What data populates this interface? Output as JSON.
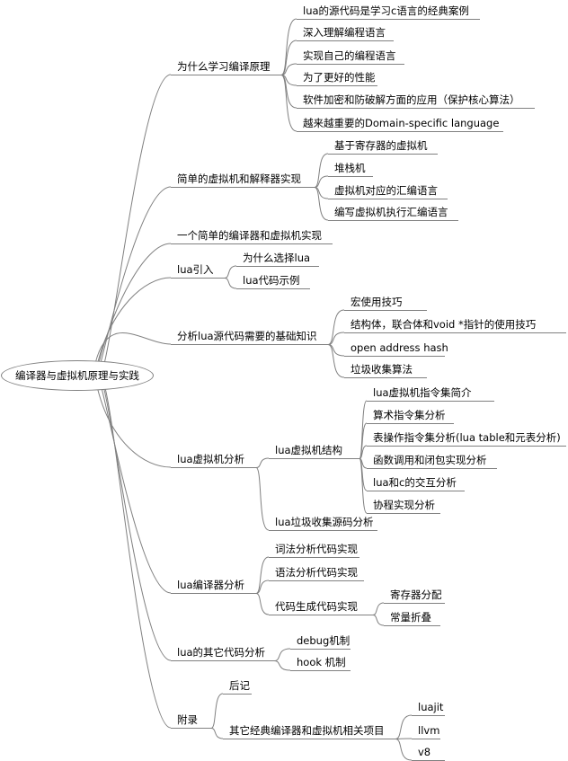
{
  "root": {
    "label": "编译器与虚拟机原理与实践",
    "children": [
      {
        "label": "为什么学习编译原理",
        "children": [
          {
            "label": "lua的源代码是学习c语言的经典案例"
          },
          {
            "label": "深入理解编程语言"
          },
          {
            "label": "实现自己的编程语言"
          },
          {
            "label": "为了更好的性能"
          },
          {
            "label": "软件加密和防破解方面的应用（保护核心算法）"
          },
          {
            "label": "越来越重要的Domain-specific language"
          }
        ]
      },
      {
        "label": "简单的虚拟机和解释器实现",
        "children": [
          {
            "label": "基于寄存器的虚拟机"
          },
          {
            "label": "堆栈机"
          },
          {
            "label": "虚拟机对应的汇编语言"
          },
          {
            "label": "编写虚拟机执行汇编语言"
          }
        ]
      },
      {
        "label": "一个简单的编译器和虚拟机实现"
      },
      {
        "label": "lua引入",
        "children": [
          {
            "label": "为什么选择lua"
          },
          {
            "label": "lua代码示例"
          }
        ]
      },
      {
        "label": "分析lua源代码需要的基础知识",
        "children": [
          {
            "label": "宏使用技巧"
          },
          {
            "label": "结构体，联合体和void *指针的使用技巧"
          },
          {
            "label": "open address hash"
          },
          {
            "label": "垃圾收集算法"
          }
        ]
      },
      {
        "label": "lua虚拟机分析",
        "children": [
          {
            "label": "lua虚拟机结构",
            "children": [
              {
                "label": "lua虚拟机指令集简介"
              },
              {
                "label": "算术指令集分析"
              },
              {
                "label": "表操作指令集分析(lua table和元表分析)"
              },
              {
                "label": "函数调用和闭包实现分析"
              },
              {
                "label": "lua和c的交互分析"
              },
              {
                "label": "协程实现分析"
              }
            ]
          },
          {
            "label": "lua垃圾收集源码分析"
          }
        ]
      },
      {
        "label": "lua编译器分析",
        "children": [
          {
            "label": "词法分析代码实现"
          },
          {
            "label": "语法分析代码实现"
          },
          {
            "label": "代码生成代码实现",
            "children": [
              {
                "label": "寄存器分配"
              },
              {
                "label": "常量折叠"
              }
            ]
          }
        ]
      },
      {
        "label": "lua的其它代码分析",
        "children": [
          {
            "label": "debug机制"
          },
          {
            "label": "hook 机制"
          }
        ]
      },
      {
        "label": "附录",
        "children": [
          {
            "label": "后记"
          },
          {
            "label": "其它经典编译器和虚拟机相关项目",
            "children": [
              {
                "label": "luajit"
              },
              {
                "label": "llvm"
              },
              {
                "label": "v8"
              }
            ]
          }
        ]
      }
    ]
  },
  "colors": {
    "line": "#808080",
    "text": "#000000"
  }
}
